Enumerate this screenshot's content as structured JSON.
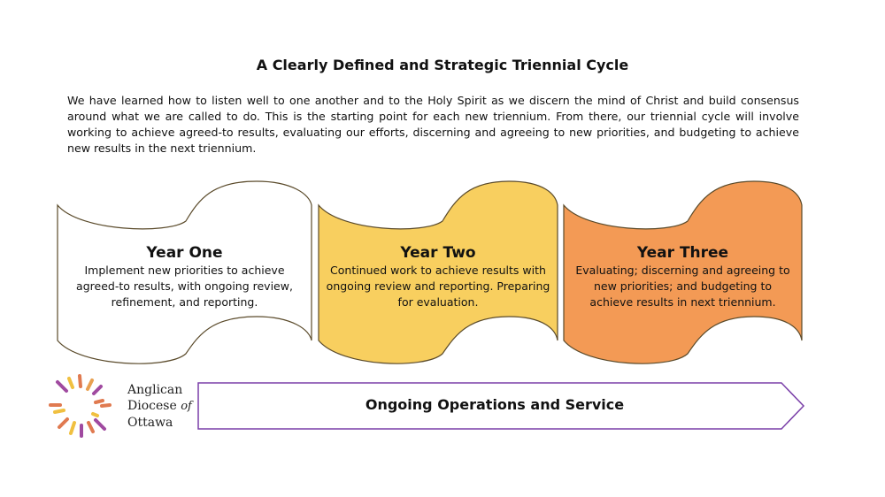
{
  "title": "A Clearly Defined and Strategic Triennial Cycle",
  "intro": "We have learned how to listen well to one another and to the Holy Spirit as we discern the mind of Christ and build consensus around what we are called to do. This is the starting point for each new triennium. From there, our triennial cycle will involve working to achieve agreed-to results, evaluating our efforts, discerning and agreeing to new priorities, and budgeting to achieve new results in the next triennium.",
  "cards": [
    {
      "heading": "Year One",
      "text": "Implement new priorities to achieve agreed-to results, with ongoing review, refinement, and reporting.",
      "color": "#ffffff"
    },
    {
      "heading": "Year Two",
      "text": "Continued work to achieve results with ongoing review and reporting. Preparing for evaluation.",
      "color": "#f8cf5f"
    },
    {
      "heading": "Year Three",
      "text": "Evaluating; discerning and agreeing to new priorities; and budgeting to achieve results in next triennium.",
      "color": "#f39a55"
    }
  ],
  "logo": {
    "line1": "Anglican",
    "line2": "Diocese",
    "line2_italic": "of",
    "line3": "Ottawa"
  },
  "ops_label": "Ongoing Operations and Service",
  "colors": {
    "outline": "#5a4a2a",
    "arrow": "#7a3fa8"
  }
}
